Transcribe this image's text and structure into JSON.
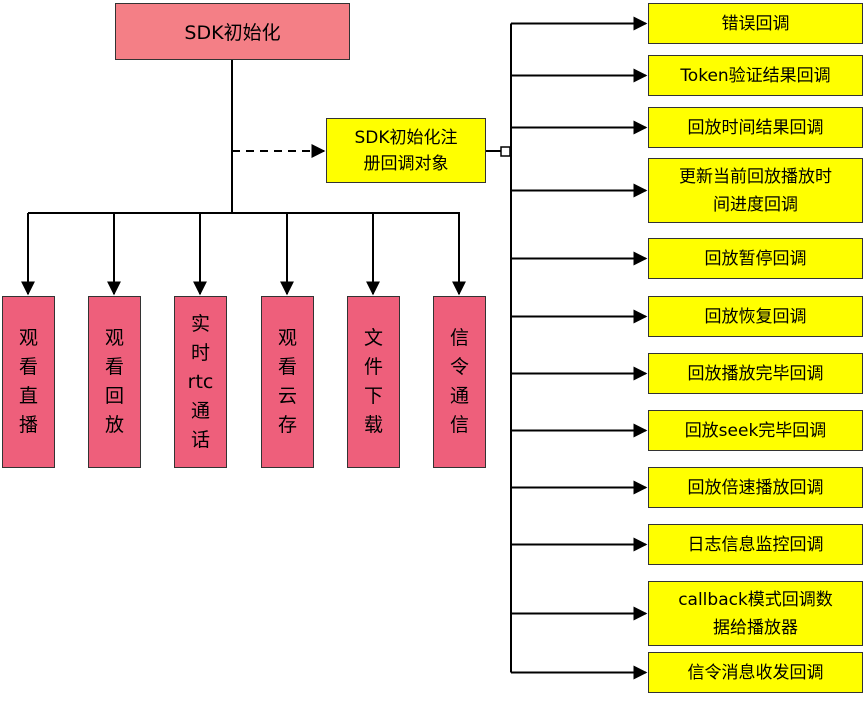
{
  "root": {
    "label": "SDK初始化"
  },
  "register": {
    "line1": "SDK初始化注",
    "line2": "册回调对象"
  },
  "modules": [
    {
      "chars": [
        "观",
        "看",
        "直",
        "播"
      ]
    },
    {
      "chars": [
        "观",
        "看",
        "回",
        "放"
      ]
    },
    {
      "chars": [
        "实",
        "时",
        "rtc",
        "通",
        "话"
      ]
    },
    {
      "chars": [
        "观",
        "看",
        "云",
        "存"
      ]
    },
    {
      "chars": [
        "文",
        "件",
        "下",
        "载"
      ]
    },
    {
      "chars": [
        "信",
        "令",
        "通",
        "信"
      ]
    }
  ],
  "callbacks": [
    {
      "line1": "错误回调"
    },
    {
      "line1": "Token验证结果回调"
    },
    {
      "line1": "回放时间结果回调"
    },
    {
      "line1": "更新当前回放播放时",
      "line2": "间进度回调"
    },
    {
      "line1": "回放暂停回调"
    },
    {
      "line1": "回放恢复回调"
    },
    {
      "line1": "回放播放完毕回调"
    },
    {
      "line1": "回放seek完毕回调"
    },
    {
      "line1": "回放倍速播放回调"
    },
    {
      "line1": "日志信息监控回调"
    },
    {
      "line1": "callback模式回调数",
      "line2": "据给播放器"
    },
    {
      "line1": "信令消息收发回调"
    }
  ],
  "colors": {
    "root_fill": "#f47f86",
    "module_fill": "#ee5f7b",
    "callback_fill": "#ffff00",
    "wire": "#000000"
  }
}
